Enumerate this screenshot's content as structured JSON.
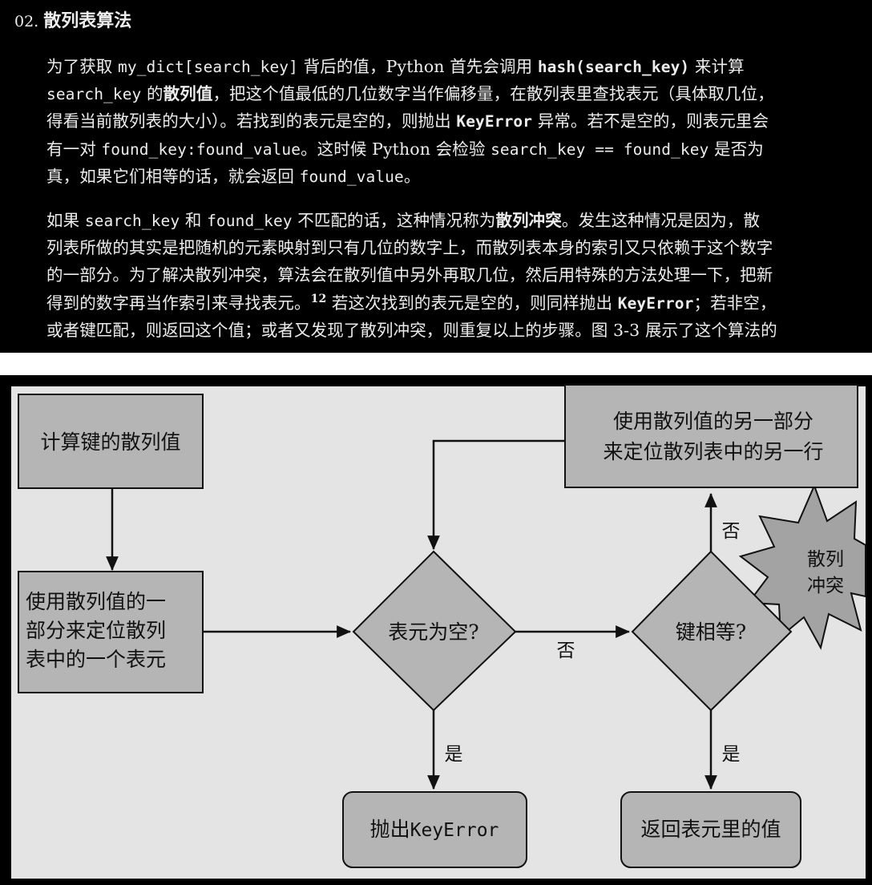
{
  "section": {
    "number": "02.",
    "title": "散列表算法"
  },
  "paragraph1": {
    "l1": {
      "a": "为了获取 ",
      "b": "my_dict[search_key]",
      "c": " 背后的值，Python 首先会调用 ",
      "d": "hash(search_key)",
      "e": " 来计算"
    },
    "l2": {
      "a": "search_key",
      "b": " 的",
      "c": "散列值",
      "d": "，把这个值最低的几位数字当作偏移量，在散列表里查找表元（具体取几位，"
    },
    "l3": {
      "a": "得看当前散列表的大小）。若找到的表元是空的，则抛出 ",
      "b": "KeyError",
      "c": " 异常。若不是空的，则表元里会"
    },
    "l4": {
      "a": "有一对 ",
      "b": "found_key:found_value",
      "c": "。这时候 Python 会检验 ",
      "d": "search_key == found_key",
      "e": " 是否为"
    },
    "l5": {
      "a": "真，如果它们相等的话，就会返回 ",
      "b": "found_value",
      "c": "。"
    }
  },
  "paragraph2": {
    "l1": {
      "a": "如果 ",
      "b": "search_key",
      "c": " 和 ",
      "d": "found_key",
      "e": " 不匹配的话，这种情况称为",
      "f": "散列冲突",
      "g": "。发生这种情况是因为，散"
    },
    "l2": {
      "a": "列表所做的其实是把随机的元素映射到只有几位的数字上，而散列表本身的索引又只依赖于这个数字"
    },
    "l3": {
      "a": "的一部分。为了解决散列冲突，算法会在散列值中另外再取几位，然后用特殊的方法处理一下，把新"
    },
    "l4": {
      "a": "得到的数字再当作索引来寻找表元。",
      "b": "12",
      "c": " 若这次找到的表元是空的，则同样抛出 ",
      "d": "KeyError",
      "e": "；若非空，"
    },
    "l5": {
      "a": "或者键匹配，则返回这个值；或者又发现了散列冲突，则重复以上的步骤。图 3-3 展示了这个算法的"
    }
  },
  "diagram": {
    "compute_hash": "计算键的散列值",
    "locate_slot": [
      "使用散列值的一",
      "部分来定位散列",
      "表中的一个表元"
    ],
    "use_other_part": [
      "使用散列值的另一部分",
      "来定位散列表中的另一行"
    ],
    "slot_empty": "表元为空?",
    "keys_equal": "键相等?",
    "raise_keyerror_prefix": "抛出",
    "raise_keyerror_code": "KeyError",
    "return_value": "返回表元里的值",
    "collision": [
      "散列",
      "冲突"
    ],
    "label_no_1": "否",
    "label_no_2": "否",
    "label_yes_1": "是",
    "label_yes_2": "是"
  },
  "colors": {
    "page_background": "#000000",
    "body_text": "#ededed",
    "figure_background": "#e4e4e4",
    "box_fill": "#b5b5b5",
    "diamond_fill": "#b5b5b5",
    "star_fill": "#a3a3a3"
  }
}
